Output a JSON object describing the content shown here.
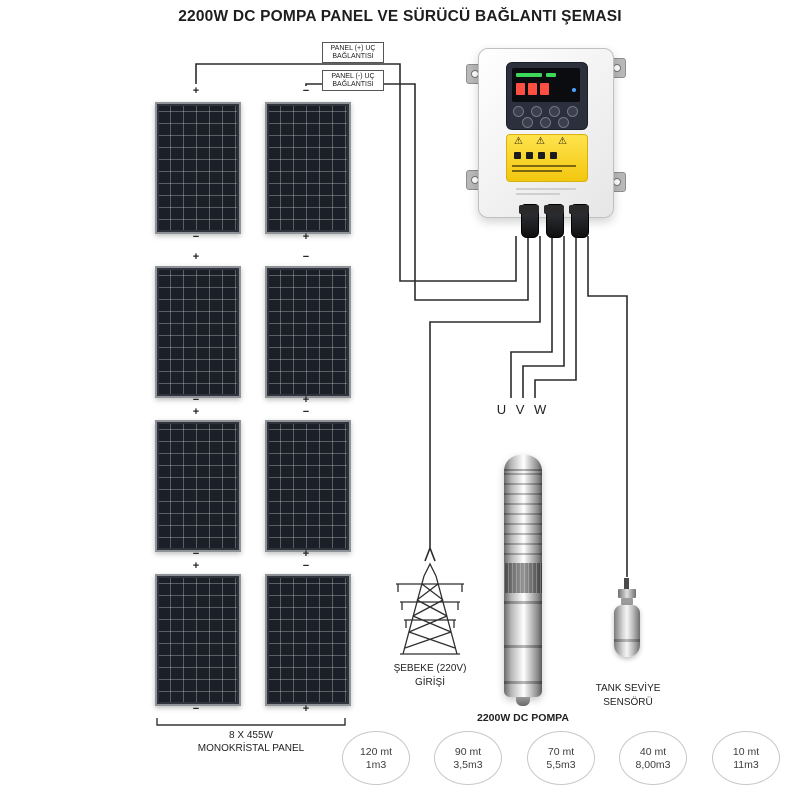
{
  "title": "2200W DC POMPA PANEL VE SÜRÜCÜ BAĞLANTI ŞEMASI",
  "wiring": {
    "panel_plus_label": {
      "line1": "PANEL (+) UÇ",
      "line2": "BAĞLANTISI"
    },
    "panel_minus_label": {
      "line1": "PANEL (-) UÇ",
      "line2": "BAĞLANTISI"
    },
    "uvw_label": "U V W"
  },
  "solar_array": {
    "plus_mark": "+",
    "minus_mark": "−",
    "caption_line1": "8 X 455W",
    "caption_line2": "MONOKRİSTAL PANEL"
  },
  "components": {
    "grid_input": {
      "line1": "ŞEBEKE (220V)",
      "line2": "GİRİŞİ"
    },
    "pump_label": "2200W DC POMPA",
    "tank_sensor": {
      "line1": "TANK SEVİYE",
      "line2": "SENSÖRÜ"
    }
  },
  "capacity_badges": [
    {
      "depth": "120 mt",
      "flow": "1m3"
    },
    {
      "depth": "90 mt",
      "flow": "3,5m3"
    },
    {
      "depth": "70 mt",
      "flow": "5,5m3"
    },
    {
      "depth": "40 mt",
      "flow": "8,00m3"
    },
    {
      "depth": "10 mt",
      "flow": "11m3"
    }
  ]
}
